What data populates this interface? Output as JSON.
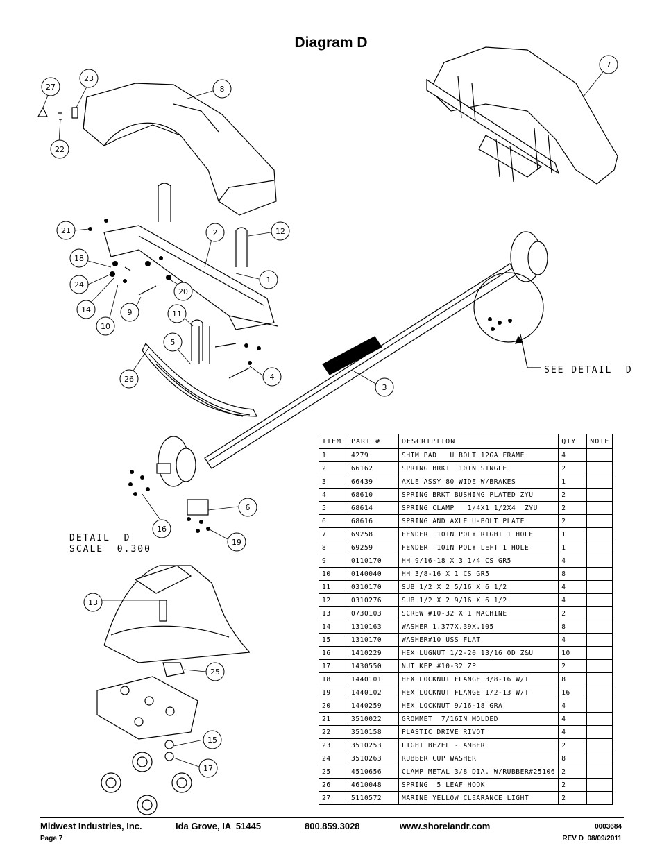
{
  "title": "Diagram D",
  "callouts": [
    "27",
    "23",
    "22",
    "8",
    "7",
    "21",
    "2",
    "12",
    "18",
    "24",
    "1",
    "20",
    "14",
    "9",
    "10",
    "11",
    "5",
    "4",
    "26",
    "3",
    "6",
    "16",
    "19",
    "13",
    "25",
    "15",
    "17"
  ],
  "detail": {
    "see_detail": "SEE DETAIL  D",
    "detail_label": "DETAIL  D",
    "scale_label": "SCALE  0.300"
  },
  "table": {
    "headers": [
      "ITEM",
      "PART #",
      "DESCRIPTION",
      "QTY",
      "NOTE"
    ],
    "rows": [
      [
        "1",
        "4279",
        "SHIM PAD   U BOLT 12GA FRAME",
        "4",
        ""
      ],
      [
        "2",
        "66162",
        "SPRING BRKT  10IN SINGLE",
        "2",
        ""
      ],
      [
        "3",
        "66439",
        "AXLE ASSY 80 WIDE W/BRAKES",
        "1",
        ""
      ],
      [
        "4",
        "68610",
        "SPRING BRKT BUSHING PLATED ZYU",
        "2",
        ""
      ],
      [
        "5",
        "68614",
        "SPRING CLAMP   1/4X1 1/2X4  ZYU",
        "2",
        ""
      ],
      [
        "6",
        "68616",
        "SPRING AND AXLE U-BOLT PLATE",
        "2",
        ""
      ],
      [
        "7",
        "69258",
        "FENDER  10IN POLY RIGHT 1 HOLE",
        "1",
        ""
      ],
      [
        "8",
        "69259",
        "FENDER  10IN POLY LEFT 1 HOLE",
        "1",
        ""
      ],
      [
        "9",
        "0110170",
        "HH 9/16-18 X 3 1/4 CS GR5",
        "4",
        ""
      ],
      [
        "10",
        "0140040",
        "HH 3/8-16 X 1 CS GR5",
        "8",
        ""
      ],
      [
        "11",
        "0310170",
        "SUB 1/2 X 2 5/16 X 6 1/2",
        "4",
        ""
      ],
      [
        "12",
        "0310276",
        "SUB 1/2 X 2 9/16 X 6 1/2",
        "4",
        ""
      ],
      [
        "13",
        "0730103",
        "SCREW #10-32 X 1 MACHINE",
        "2",
        ""
      ],
      [
        "14",
        "1310163",
        "WASHER 1.377X.39X.105",
        "8",
        ""
      ],
      [
        "15",
        "1310170",
        "WASHER#10 USS FLAT",
        "4",
        ""
      ],
      [
        "16",
        "1410229",
        "HEX LUGNUT 1/2-20 13/16 OD Z&U",
        "10",
        ""
      ],
      [
        "17",
        "1430550",
        "NUT KEP #10-32 ZP",
        "2",
        ""
      ],
      [
        "18",
        "1440101",
        "HEX LOCKNUT FLANGE 3/8-16 W/T",
        "8",
        ""
      ],
      [
        "19",
        "1440102",
        "HEX LOCKNUT FLANGE 1/2-13 W/T",
        "16",
        ""
      ],
      [
        "20",
        "1440259",
        "HEX LOCKNUT 9/16-18 GRA",
        "4",
        ""
      ],
      [
        "21",
        "3510022",
        "GROMMET  7/16IN MOLDED",
        "4",
        ""
      ],
      [
        "22",
        "3510158",
        "PLASTIC DRIVE RIVOT",
        "4",
        ""
      ],
      [
        "23",
        "3510253",
        "LIGHT BEZEL - AMBER",
        "2",
        ""
      ],
      [
        "24",
        "3510263",
        "RUBBER CUP WASHER",
        "8",
        ""
      ],
      [
        "25",
        "4510656",
        "CLAMP METAL 3/8 DIA. W/RUBBER#25106",
        "2",
        ""
      ],
      [
        "26",
        "4610048",
        "SPRING  5 LEAF HOOK",
        "2",
        ""
      ],
      [
        "27",
        "5110572",
        "MARINE YELLOW CLEARANCE LIGHT",
        "2",
        ""
      ]
    ]
  },
  "footer": {
    "company": "Midwest Industries, Inc.",
    "city": "Ida Grove, IA  51445",
    "phone": "800.859.3028",
    "website": "www.shorelandr.com",
    "doc_number": "0003684",
    "page": "Page 7",
    "revision": "REV D  08/09/2011"
  }
}
